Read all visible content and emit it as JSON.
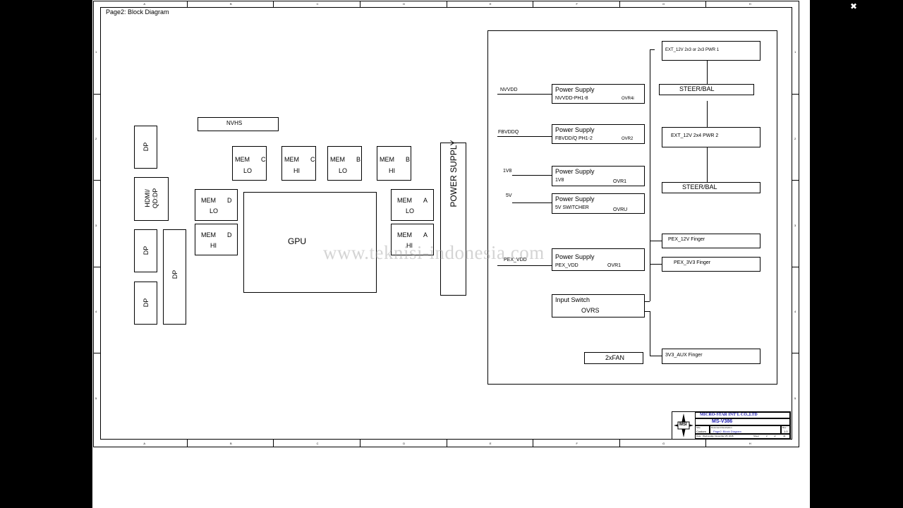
{
  "page_title": "Page2: Block Diagram",
  "watermark": "www.teknisi-indonesia.com",
  "window_controls": {
    "close_icon": "close-icon"
  },
  "blocks": {
    "nvhs": "NVHS",
    "dp1": "DP",
    "hdmi": "HDMI/\nQD:DP",
    "dp2": "DP",
    "dp3": "DP",
    "dp4": "DP",
    "gpu": "GPU",
    "power_supply_vertical": "POWER SUPPLY",
    "mem_c_lo": {
      "mem": "MEM",
      "ch": "C",
      "pos": "LO"
    },
    "mem_c_hi": {
      "mem": "MEM",
      "ch": "C",
      "pos": "HI"
    },
    "mem_b_lo": {
      "mem": "MEM",
      "ch": "B",
      "pos": "LO"
    },
    "mem_b_hi": {
      "mem": "MEM",
      "ch": "B",
      "pos": "HI"
    },
    "mem_d_lo": {
      "mem": "MEM",
      "ch": "D",
      "pos": "LO"
    },
    "mem_d_hi": {
      "mem": "MEM",
      "ch": "D",
      "pos": "HI"
    },
    "mem_a_lo": {
      "mem": "MEM",
      "ch": "A",
      "pos": "LO"
    },
    "mem_a_hi": {
      "mem": "MEM",
      "ch": "A",
      "pos": "HI"
    }
  },
  "power": {
    "nvvdd": {
      "signal": "NVVDD",
      "title": "Power Supply",
      "sub": "NVVDD-PH1-8",
      "ovr": "OVR4i"
    },
    "fbvddq": {
      "signal": "FBVDDQ",
      "title": "Power Supply",
      "sub": "FBVDD/Q PH1-2",
      "ovr": "OVR2"
    },
    "v1v8": {
      "signal": "1V8",
      "title": "Power Supply",
      "sub": "1V8",
      "ovr": "OVR1"
    },
    "v5v": {
      "signal": "5V",
      "title": "Power Supply",
      "sub": "5V SWITCHER",
      "ovr": "OVRU"
    },
    "pex": {
      "signal": "PEX_VDD",
      "title": "Power Supply",
      "sub": "PEX_VDD",
      "ovr": "OVR1"
    },
    "input_switch": {
      "title": "Input Switch",
      "sub": "OVRS"
    },
    "fan": "2xFAN",
    "ext_12v_1": "EXT_12V 2x3 or 2x3 PWR 1",
    "steer_bal_1": "STEER/BAL",
    "ext_12v_2": "EXT_12V 2x4 PWR 2",
    "steer_bal_2": "STEER/BAL",
    "pex_12v": "PEX_12V Finger",
    "pex_3v3": "PEX_3V3 Finger",
    "aux_3v3": "3V3_AUX Finger"
  },
  "title_block": {
    "company": "MICRO-STAR INT'L CO.,LTD",
    "model": "MS-V386",
    "logo": "MSI",
    "size_label": "Size",
    "size_value": "Custom",
    "doc_label": "Document Description",
    "doc_value": "Page2: Block Diagram",
    "rev_label": "Rev",
    "rev_value": "1.0",
    "date_label": "Date:",
    "date_value": "Wednesday, November 25, 2015",
    "sheet_label": "Sheet",
    "sheet_value": "2",
    "of_label": "of",
    "of_value": "43"
  },
  "border_letters": [
    "A",
    "B",
    "C",
    "D",
    "E",
    "F",
    "G",
    "H"
  ],
  "border_numbers": [
    "1",
    "2",
    "3",
    "4",
    "5"
  ],
  "colors": {
    "background": "#000000",
    "paper": "#ffffff",
    "company_text": "#1a1ab0",
    "watermark": "#a0a0a0"
  }
}
